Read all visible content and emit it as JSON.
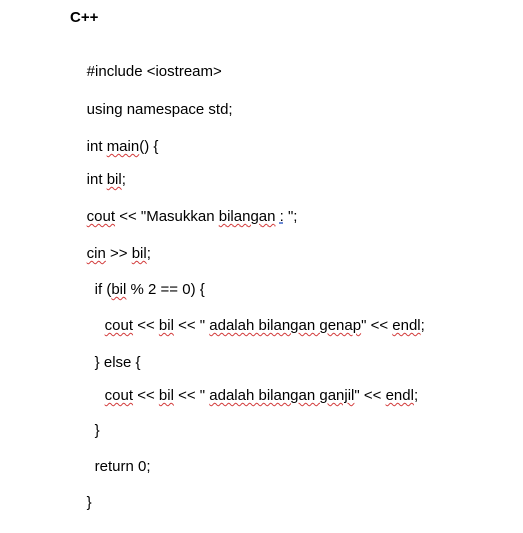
{
  "document": {
    "language_label": "C++",
    "lines": [
      {
        "segments": [
          "#include <iostream>"
        ]
      },
      {
        "segments": [
          "using namespace std;"
        ]
      },
      {
        "segments": [
          "int ",
          "main",
          "() {"
        ]
      },
      {
        "segments": [
          "int ",
          "bil",
          ";"
        ]
      },
      {
        "segments": [
          "cout",
          " << \"Masukkan ",
          "bilangan",
          " ",
          ":",
          " \";"
        ]
      },
      {
        "segments": [
          "cin",
          " >> ",
          "bil",
          ";"
        ]
      },
      {
        "segments": [
          "if (",
          "bil",
          " % 2 == 0) {"
        ]
      },
      {
        "segments": [
          "cout",
          " << ",
          "bil",
          " << \" ",
          "adalah bilangan genap",
          "\" << ",
          "endl",
          ";"
        ]
      },
      {
        "segments": [
          "} else {"
        ]
      },
      {
        "segments": [
          "cout",
          " << ",
          "bil",
          " << \" ",
          "adalah bilangan ganjil",
          "\" << ",
          "endl",
          ";"
        ]
      },
      {
        "segments": [
          "}"
        ]
      },
      {
        "segments": [
          "return 0;"
        ]
      },
      {
        "segments": [
          "}"
        ]
      }
    ]
  },
  "colors": {
    "spellcheck_underline": "#d23a3a",
    "grammar_underline": "#3a62c9",
    "text": "#000000",
    "background": "#ffffff"
  }
}
